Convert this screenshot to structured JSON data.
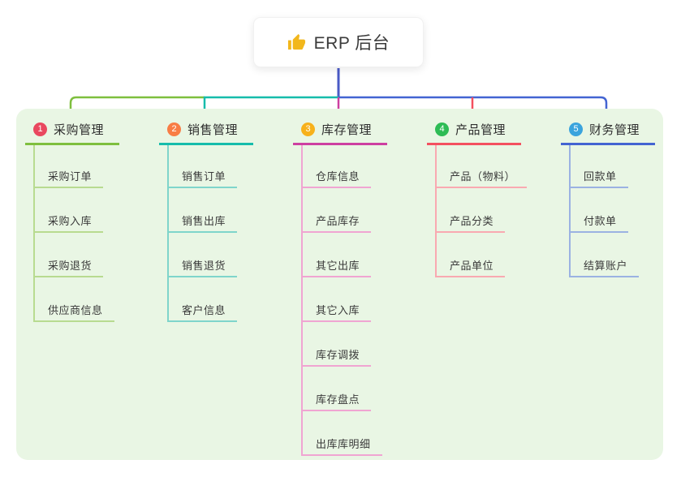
{
  "root": {
    "title": "ERP 后台",
    "icon": "thumbs-up"
  },
  "branches": [
    {
      "index": "1",
      "label": "采购管理",
      "badge_color": "#e9485f",
      "line_color": "#7ebf3e",
      "child_line_color": "#b8db90",
      "children": [
        "采购订单",
        "采购入库",
        "采购退货",
        "供应商信息"
      ]
    },
    {
      "index": "2",
      "label": "销售管理",
      "badge_color": "#f87d45",
      "line_color": "#16bcab",
      "child_line_color": "#7fd5cb",
      "children": [
        "销售订单",
        "销售出库",
        "销售退货",
        "客户信息"
      ]
    },
    {
      "index": "3",
      "label": "库存管理",
      "badge_color": "#f7b11b",
      "line_color": "#cd3fa1",
      "child_line_color": "#f0a5d2",
      "children": [
        "仓库信息",
        "产品库存",
        "其它出库",
        "其它入库",
        "库存调拨",
        "库存盘点",
        "出库库明细"
      ]
    },
    {
      "index": "4",
      "label": "产品管理",
      "badge_color": "#2ebc55",
      "line_color": "#f4505f",
      "child_line_color": "#f9a9b1",
      "children": [
        "产品（物料）",
        "产品分类",
        "产品单位"
      ]
    },
    {
      "index": "5",
      "label": "财务管理",
      "badge_color": "#3ba4dd",
      "line_color": "#4364d2",
      "child_line_color": "#9bb2e2",
      "children": [
        "回款单",
        "付款单",
        "结算账户"
      ]
    }
  ],
  "colors": {
    "page_bg": "#ffffff",
    "panel_bg": "#e9f6e4",
    "root_line": "#4a5ac6",
    "thumb_icon": "#f2b71c",
    "badge_text": "#ffffff"
  }
}
